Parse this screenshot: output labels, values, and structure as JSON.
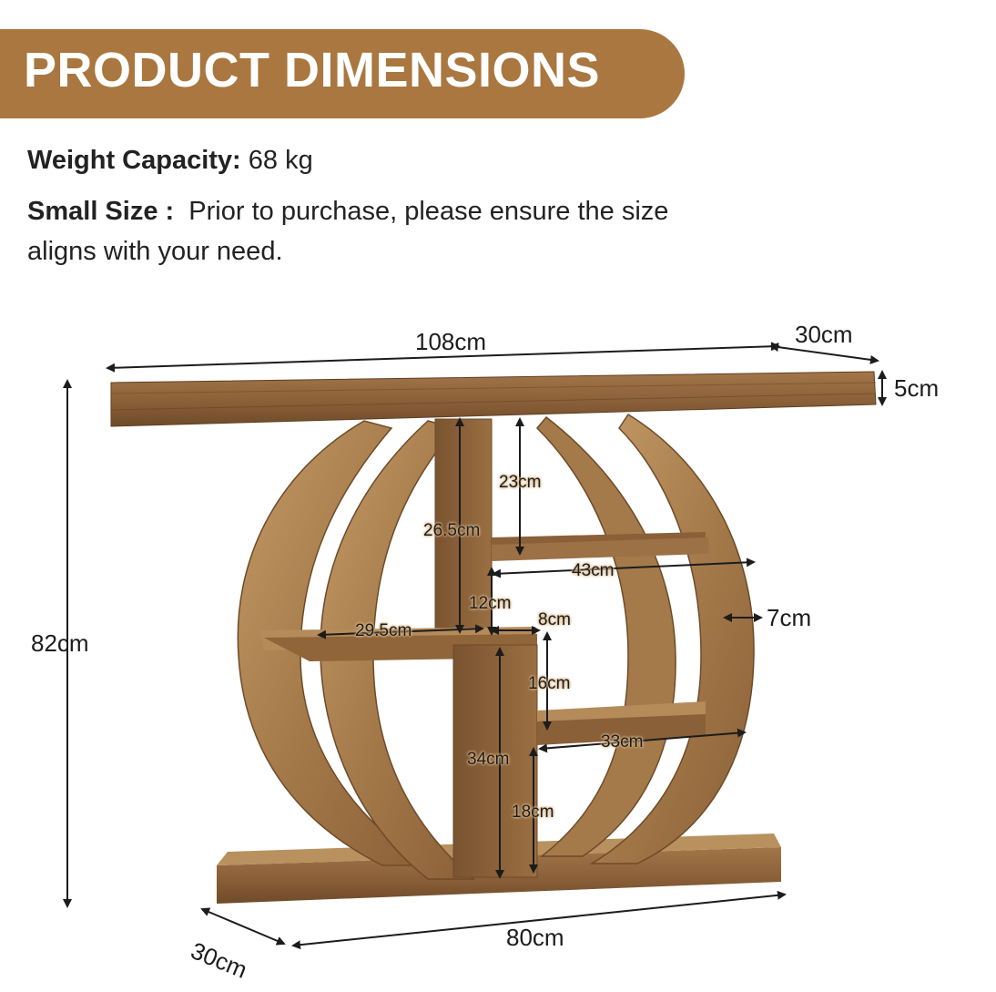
{
  "banner": {
    "title": "PRODUCT DIMENSIONS"
  },
  "weight": {
    "label": "Weight Capacity:",
    "value": "68 kg"
  },
  "size_note": {
    "label": "Small Size :",
    "line1": "Prior to purchase, please ensure the size",
    "line2": "aligns with your need."
  },
  "dimensions": {
    "top_width": "108cm",
    "top_depth": "30cm",
    "top_thickness": "5cm",
    "total_height": "82cm",
    "base_depth": "30cm",
    "base_width": "80cm",
    "upper_shelf_height": "23cm",
    "center_post_height": "26.5cm",
    "upper_shelf_width": "43cm",
    "gap_height": "12cm",
    "ring_thickness": "7cm",
    "left_shelf_width": "29.5cm",
    "post_gap": "8cm",
    "mid_shelf_height": "16cm",
    "lower_post_height": "34cm",
    "lower_shelf_width": "33cm",
    "bottom_shelf_height": "18cm"
  },
  "colors": {
    "banner": "#a9773f",
    "wood_light": "#b98e5c",
    "wood_mid": "#9a6f42",
    "wood_dark": "#6e4a28",
    "arrow": "#1c1c1c"
  },
  "icons": [
    "double-arrow-icon"
  ]
}
